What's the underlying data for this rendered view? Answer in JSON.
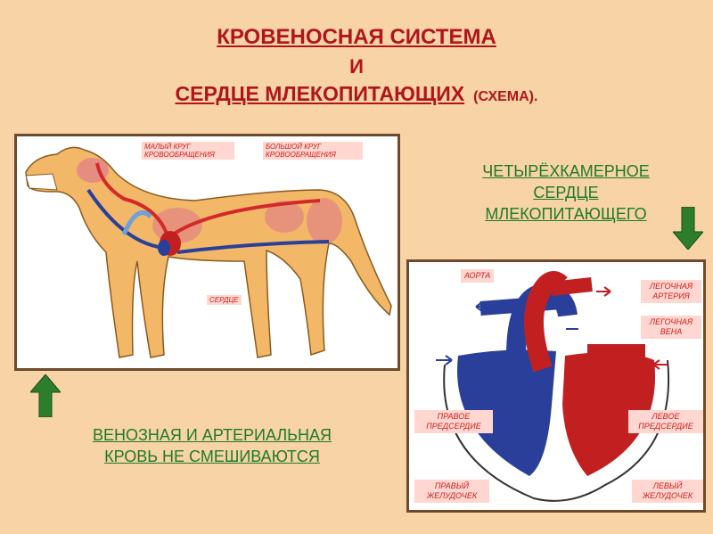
{
  "title": {
    "line1": "КРОВЕНОСНАЯ СИСТЕМА",
    "line2": "И",
    "line3_main": "СЕРДЦЕ МЛЕКОПИТАЮЩИХ",
    "line3_note": "(СХЕМА)."
  },
  "dog_labels": {
    "small_circle": "МАЛЫЙ КРУГ КРОВООБРАЩЕНИЯ",
    "big_circle": "БОЛЬШОЙ КРУГ КРОВООБРАЩЕНИЯ",
    "heart": "СЕРДЦЕ"
  },
  "note_four_chamber": [
    "ЧЕТЫРЁХКАМЕРНОЕ",
    "СЕРДЦЕ",
    "МЛЕКОПИТАЮЩЕГО"
  ],
  "note_blood": [
    "ВЕНОЗНАЯ И АРТЕРИАЛЬНАЯ",
    "КРОВЬ НЕ СМЕШИВАЮТСЯ"
  ],
  "heart_labels": {
    "aorta": "АОРТА",
    "pulmonary_artery": "ЛЕГОЧНАЯ АРТЕРИЯ",
    "pulmonary_vein": "ЛЕГОЧНАЯ ВЕНА",
    "right_atrium": "ПРАВОЕ ПРЕДСЕРДИЕ",
    "left_atrium": "ЛЕВОЕ ПРЕДСЕРДИЕ",
    "right_ventricle": "ПРАВЫЙ ЖЕЛУДОЧЕК",
    "left_ventricle": "ЛЕВЫЙ ЖЕЛУДОЧЕК"
  },
  "colors": {
    "arterial": "#d22a2a",
    "venous": "#2a3f9a",
    "green_arrow": "#2c7d2c",
    "title": "#b0151c",
    "note_green": "#1f7a2a"
  }
}
